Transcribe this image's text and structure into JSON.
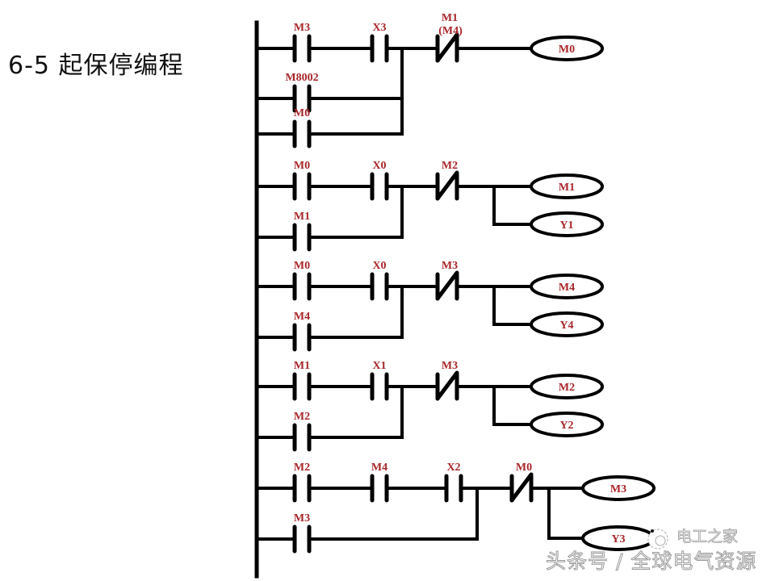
{
  "slide": {
    "title": "6-5  起保停编程"
  },
  "watermark": {
    "brand": "电工之家",
    "caption": "头条号 / 全球电气资源"
  },
  "colors": {
    "label": "#a8262a",
    "line": "#000000"
  },
  "rungs": [
    {
      "main": [
        {
          "type": "NO",
          "label": "M3"
        },
        {
          "type": "NO",
          "label": "X3"
        }
      ],
      "parallel": [
        {
          "type": "NO",
          "label": "M8002"
        },
        {
          "type": "NO",
          "label": "M0"
        }
      ],
      "series_after": [
        {
          "type": "NC",
          "label": "M1",
          "sublabel": "(M4)"
        }
      ],
      "coils": [
        "M0"
      ]
    },
    {
      "main": [
        {
          "type": "NO",
          "label": "M0"
        },
        {
          "type": "NO",
          "label": "X0"
        }
      ],
      "parallel": [
        {
          "type": "NO",
          "label": "M1"
        }
      ],
      "series_after": [
        {
          "type": "NC",
          "label": "M2"
        }
      ],
      "coils": [
        "M1",
        "Y1"
      ]
    },
    {
      "main": [
        {
          "type": "NO",
          "label": "M0"
        },
        {
          "type": "NO",
          "label": "X0"
        }
      ],
      "parallel": [
        {
          "type": "NO",
          "label": "M4"
        }
      ],
      "series_after": [
        {
          "type": "NC",
          "label": "M3"
        }
      ],
      "coils": [
        "M4",
        "Y4"
      ]
    },
    {
      "main": [
        {
          "type": "NO",
          "label": "M1"
        },
        {
          "type": "NO",
          "label": "X1"
        }
      ],
      "parallel": [
        {
          "type": "NO",
          "label": "M2"
        }
      ],
      "series_after": [
        {
          "type": "NC",
          "label": "M3"
        }
      ],
      "coils": [
        "M2",
        "Y2"
      ]
    },
    {
      "main": [
        {
          "type": "NO",
          "label": "M2"
        },
        {
          "type": "NO",
          "label": "M4"
        },
        {
          "type": "NO",
          "label": "X2"
        }
      ],
      "parallel": [
        {
          "type": "NO",
          "label": "M3"
        }
      ],
      "series_after": [
        {
          "type": "NC",
          "label": "M0"
        }
      ],
      "coils": [
        "M3",
        "Y3"
      ]
    }
  ]
}
